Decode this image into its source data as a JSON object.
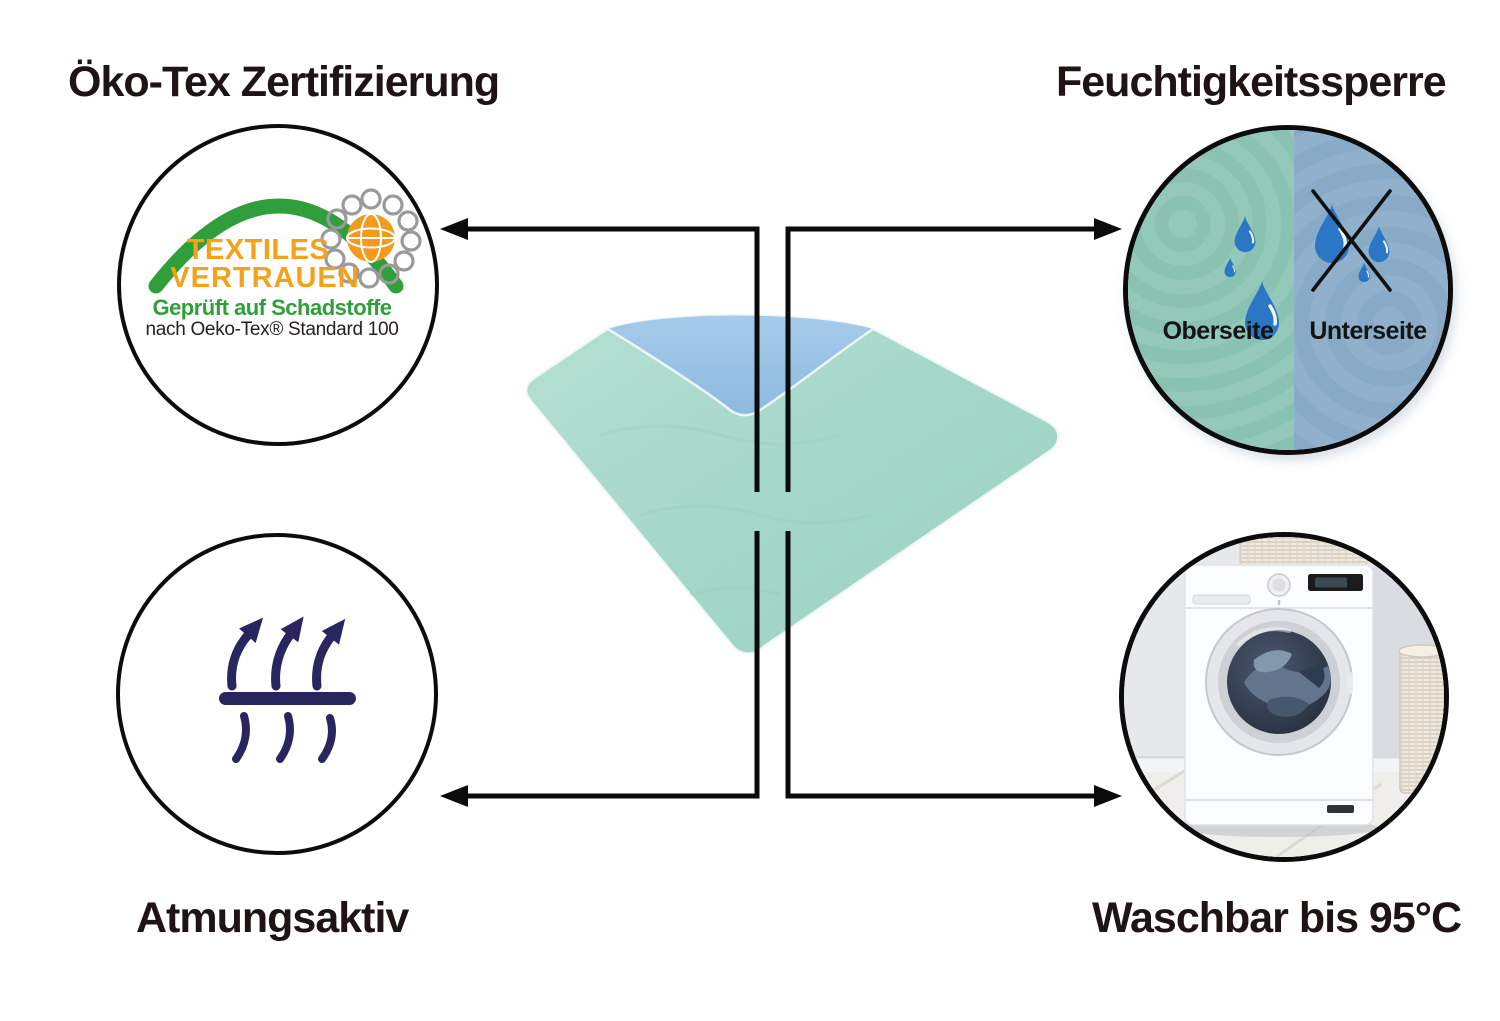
{
  "colors": {
    "background": "#ffffff",
    "title_text": "#1f1414",
    "connector_black": "#0b0b0b",
    "pad_top_green": "#a3d6c7",
    "pad_underside_blue": "#8fbce3",
    "oekotex_green": "#2f9e3b",
    "oekotex_orange": "#f5a11c",
    "moisture_left_bg": "#8ec6b5",
    "moisture_right_bg": "#8badc9",
    "water_drop_blue": "#2b77c6",
    "breathable_icon_navy": "#29265f"
  },
  "features": {
    "oekotex": {
      "title": "Öko-Tex Zertifizierung",
      "logo_line1": "TEXTILES",
      "logo_line2": "VERTRAUEN",
      "logo_line3": "Geprüft auf Schadstoffe",
      "logo_line4": "nach Oeko-Tex® Standard 100"
    },
    "moisture": {
      "title": "Feuchtigkeitssperre",
      "top_side_label": "Oberseite",
      "bottom_side_label": "Unterseite"
    },
    "breathable": {
      "label": "Atmungsaktiv"
    },
    "washable": {
      "label": "Waschbar bis 95°C"
    }
  },
  "icons": {
    "water-drops-icon": "three blue water drops (absorbent top side)",
    "no-water-drops-icon": "water drops crossed out (waterproof underside)",
    "breathability-icon": "arrows rising through a fabric layer",
    "oeko-tex-flower-icon": "globe surrounded by loop ring",
    "washing-machine-photo": "front-load washing machine with laundry baskets"
  }
}
